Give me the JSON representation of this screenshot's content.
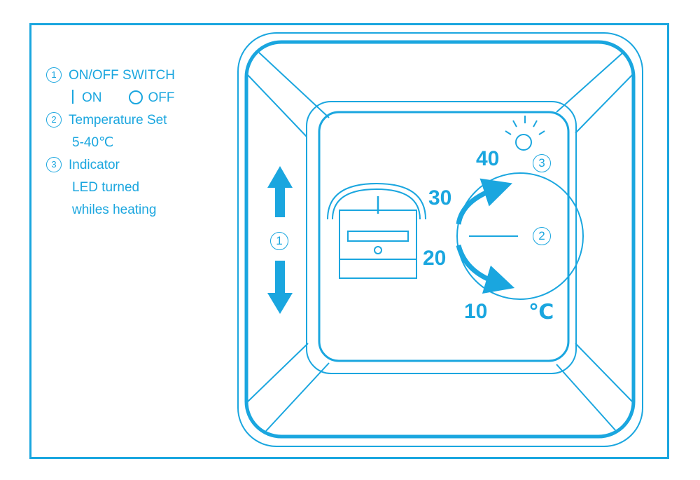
{
  "legend": {
    "item1_num": "1",
    "item1_title": "ON/OFF SWITCH",
    "on_label": "ON",
    "off_label": "OFF",
    "item2_num": "2",
    "item2_title": "Temperature Set",
    "item2_range": "5-40℃",
    "item3_num": "3",
    "item3_title": "Indicator",
    "item3_line1": "LED turned",
    "item3_line2": "whiles heating"
  },
  "dial": {
    "mark_40": "40",
    "mark_30": "30",
    "mark_20": "20",
    "mark_10": "10",
    "unit": "℃",
    "callout_knob": "2",
    "callout_led": "3",
    "callout_switch": "1"
  },
  "colors": {
    "line": "#1aa6df"
  }
}
